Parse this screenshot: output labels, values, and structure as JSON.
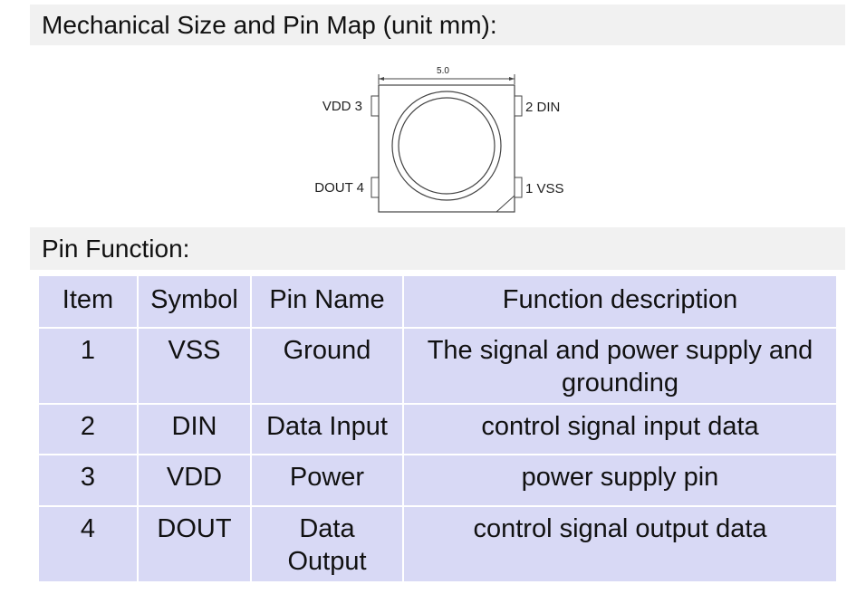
{
  "sections": {
    "mechanical_title": "Mechanical Size and Pin Map (unit mm):",
    "pin_function_title": "Pin Function:"
  },
  "diagram": {
    "dimension": "5.0",
    "pins": {
      "top_left": "VDD 3",
      "bottom_left": "DOUT 4",
      "top_right": "2 DIN",
      "bottom_right": "1 VSS"
    }
  },
  "table": {
    "headers": [
      "Item",
      "Symbol",
      "Pin Name",
      "Function description"
    ],
    "rows": [
      {
        "item": "1",
        "symbol": "VSS",
        "name": "Ground",
        "function": "The signal and power supply and grounding"
      },
      {
        "item": "2",
        "symbol": "DIN",
        "name": "Data Input",
        "function": "control signal input data"
      },
      {
        "item": "3",
        "symbol": "VDD",
        "name": "Power",
        "function": "power supply pin"
      },
      {
        "item": "4",
        "symbol": "DOUT",
        "name": "Data Output",
        "function": "control signal output data"
      }
    ]
  }
}
